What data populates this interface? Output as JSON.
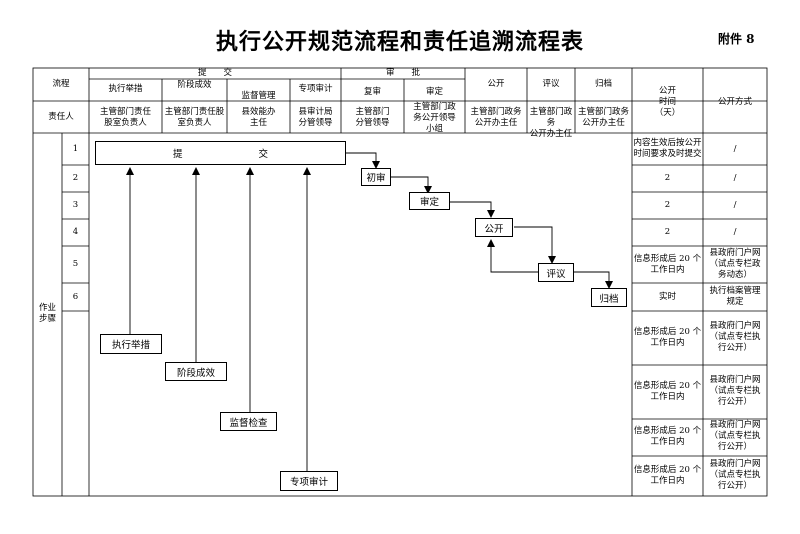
{
  "title": "执行公开规范流程和责任追溯流程表",
  "attachment": "附件 8",
  "header": {
    "process": "流程",
    "submit": "提　　交",
    "review": "审　　批",
    "execute": "执行举措",
    "stage": "阶段成效",
    "supervise": "监督管理",
    "audit": "专项审计",
    "recheck": "复审",
    "approve": "审定",
    "publish": "公开",
    "evaluate": "评议",
    "archive": "归档",
    "pub_time": "公开\n时间\n（天）",
    "pub_method": "公开方式",
    "responsible": "责任人"
  },
  "responsible": {
    "execute": "主管部门责任\n股室负责人",
    "stage": "主管部门责任股\n室负责人",
    "supervise": "县效能办\n主任",
    "audit": "县审计局\n分管领导",
    "recheck": "主管部门\n分管领导",
    "approve": "主管部门政\n务公开领导\n小组",
    "publish": "主管部门政务\n公开办主任",
    "evaluate": "主管部门政务\n公开办主任",
    "archive": "主管部门政务\n公开办主任"
  },
  "work_steps": "作业\n步骤",
  "step_numbers": [
    "1",
    "2",
    "3",
    "4",
    "5",
    "6"
  ],
  "rows": [
    {
      "time": "内容生效后按公开\n时间要求及时提交",
      "method": "/"
    },
    {
      "time": "2",
      "method": "/"
    },
    {
      "time": "2",
      "method": "/"
    },
    {
      "time": "2",
      "method": "/"
    },
    {
      "time": "信息形成后 20 个\n工作日内",
      "method": "县政府门户网\n（试点专栏政\n务动态）"
    },
    {
      "time": "实时",
      "method": "执行档案管理\n规定"
    },
    {
      "time": "信息形成后 20 个\n工作日内",
      "method": "县政府门户网\n（试点专栏执\n行公开）"
    },
    {
      "time": "信息形成后 20 个\n工作日内",
      "method": "县政府门户网\n（试点专栏执\n行公开）"
    },
    {
      "time": "信息形成后 20 个\n工作日内",
      "method": "县政府门户网\n（试点专栏执\n行公开）"
    },
    {
      "time": "信息形成后 20 个\n工作日内",
      "method": "县政府门户网\n（试点专栏执\n行公开）"
    }
  ],
  "flow": {
    "submit_box": "提　　　　　　　　交",
    "initial_review": "初审",
    "approval": "审定",
    "publish": "公开",
    "evaluate": "评议",
    "archive": "归档",
    "execute": "执行举措",
    "stage": "阶段成效",
    "supervise": "监督检查",
    "audit": "专项审计"
  }
}
